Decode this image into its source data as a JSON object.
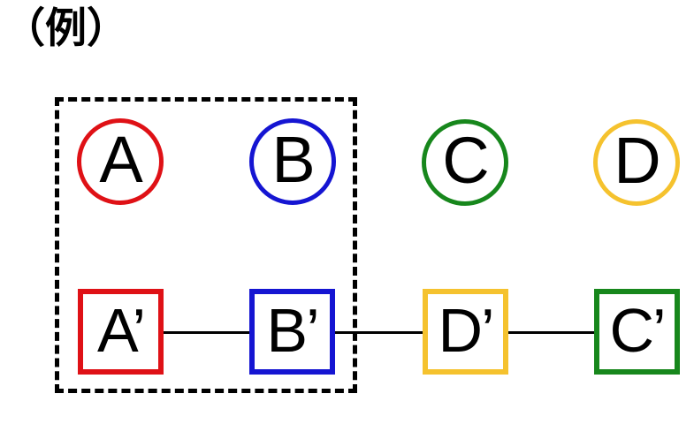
{
  "title": "（例）",
  "colors": {
    "red": "#df1116",
    "blue": "#1515d2",
    "green": "#17871c",
    "yellow": "#f5c22e",
    "line": "#000000",
    "text": "#000000",
    "group_box_border": "#000000"
  },
  "top_row": {
    "shape": "circle",
    "nodes": [
      {
        "id": "A",
        "label": "A",
        "color": "red"
      },
      {
        "id": "B",
        "label": "B",
        "color": "blue"
      },
      {
        "id": "C",
        "label": "C",
        "color": "green"
      },
      {
        "id": "D",
        "label": "D",
        "color": "yellow"
      }
    ]
  },
  "bottom_row": {
    "shape": "square",
    "nodes": [
      {
        "id": "A-prime",
        "label": "A’",
        "color": "red"
      },
      {
        "id": "B-prime",
        "label": "B’",
        "color": "blue"
      },
      {
        "id": "D-prime",
        "label": "D’",
        "color": "yellow"
      },
      {
        "id": "C-prime",
        "label": "C’",
        "color": "green"
      }
    ],
    "connections": [
      {
        "from": "A’",
        "to": "B’"
      },
      {
        "from": "B’",
        "to": "D’"
      },
      {
        "from": "D’",
        "to": "C’"
      }
    ]
  },
  "group_box": {
    "style": "dashed",
    "contains": [
      "A",
      "B",
      "A’",
      "B’"
    ]
  }
}
